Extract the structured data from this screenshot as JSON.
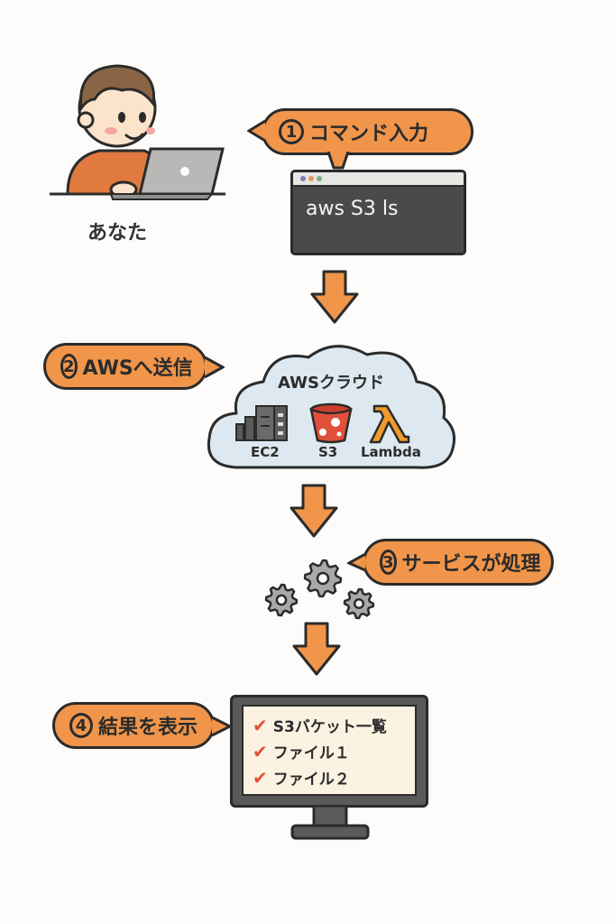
{
  "user": {
    "label": "あなた"
  },
  "steps": [
    {
      "number": "1",
      "label": "コマンド入力"
    },
    {
      "number": "2",
      "label": "AWSへ送信"
    },
    {
      "number": "3",
      "label": "サービスが処理"
    },
    {
      "number": "4",
      "label": "結果を表示"
    }
  ],
  "terminal": {
    "command": "aws S3 ls"
  },
  "cloud": {
    "title": "AWSクラウド",
    "services": [
      {
        "name": "EC2",
        "icon": "server-icon"
      },
      {
        "name": "S3",
        "icon": "bucket-icon"
      },
      {
        "name": "Lambda",
        "icon": "lambda-icon"
      }
    ]
  },
  "results": {
    "items": [
      "S3バケット一覧",
      "ファイル１",
      "ファイル２"
    ]
  },
  "colors": {
    "accent": "#f0954a",
    "outline": "#2b2b2b",
    "cloud": "#dde8f0",
    "check": "#e0503a",
    "s3": "#e0503a",
    "lambda": "#f09a2a"
  }
}
